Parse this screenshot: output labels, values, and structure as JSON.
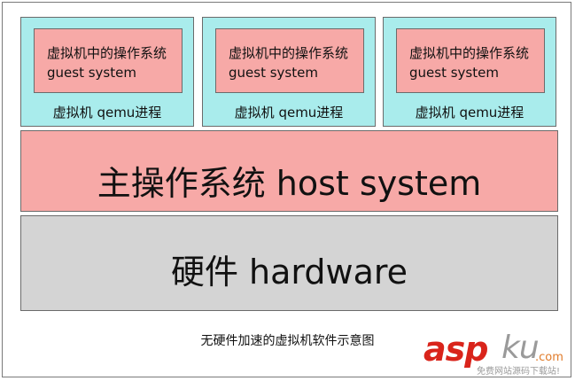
{
  "colors": {
    "vm_fill": "#a9ecec",
    "guest_fill": "#f7a9a7",
    "host_fill": "#f7a9a7",
    "hardware_fill": "#d4d4d4",
    "watermark_red": "#d9241b",
    "watermark_gray": "#9a9a9a",
    "watermark_orange": "#e07b2a"
  },
  "vms": [
    {
      "guest_line1": "虚拟机中的操作系统",
      "guest_line2": "guest system",
      "label": "虚拟机 qemu进程"
    },
    {
      "guest_line1": "虚拟机中的操作系统",
      "guest_line2": "guest system",
      "label": "虚拟机 qemu进程"
    },
    {
      "guest_line1": "虚拟机中的操作系统",
      "guest_line2": "guest system",
      "label": "虚拟机 qemu进程"
    }
  ],
  "host": {
    "label": "主操作系统 host system"
  },
  "hardware": {
    "label": "硬件 hardware"
  },
  "caption": "无硬件加速的虚拟机软件示意图",
  "watermark": {
    "part1": "asp",
    "part2": "ku",
    "part3": ".com",
    "subtitle": "免费网站源码下载站!"
  }
}
